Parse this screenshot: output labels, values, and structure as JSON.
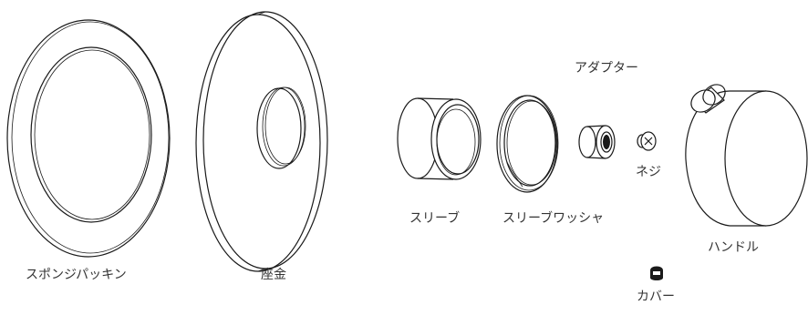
{
  "diagram": {
    "parts": [
      {
        "id": "sponge-packing",
        "label": "スポンジパッキン"
      },
      {
        "id": "washer-plate",
        "label": "座金"
      },
      {
        "id": "sleeve",
        "label": "スリーブ"
      },
      {
        "id": "sleeve-washer",
        "label": "スリーブワッシャ"
      },
      {
        "id": "adapter",
        "label": "アダプター"
      },
      {
        "id": "screw",
        "label": "ネジ"
      },
      {
        "id": "handle",
        "label": "ハンドル"
      },
      {
        "id": "cover",
        "label": "カバー"
      }
    ]
  },
  "colors": {
    "line": "#1a1a1a",
    "label_text": "#333333",
    "background": "#ffffff"
  }
}
